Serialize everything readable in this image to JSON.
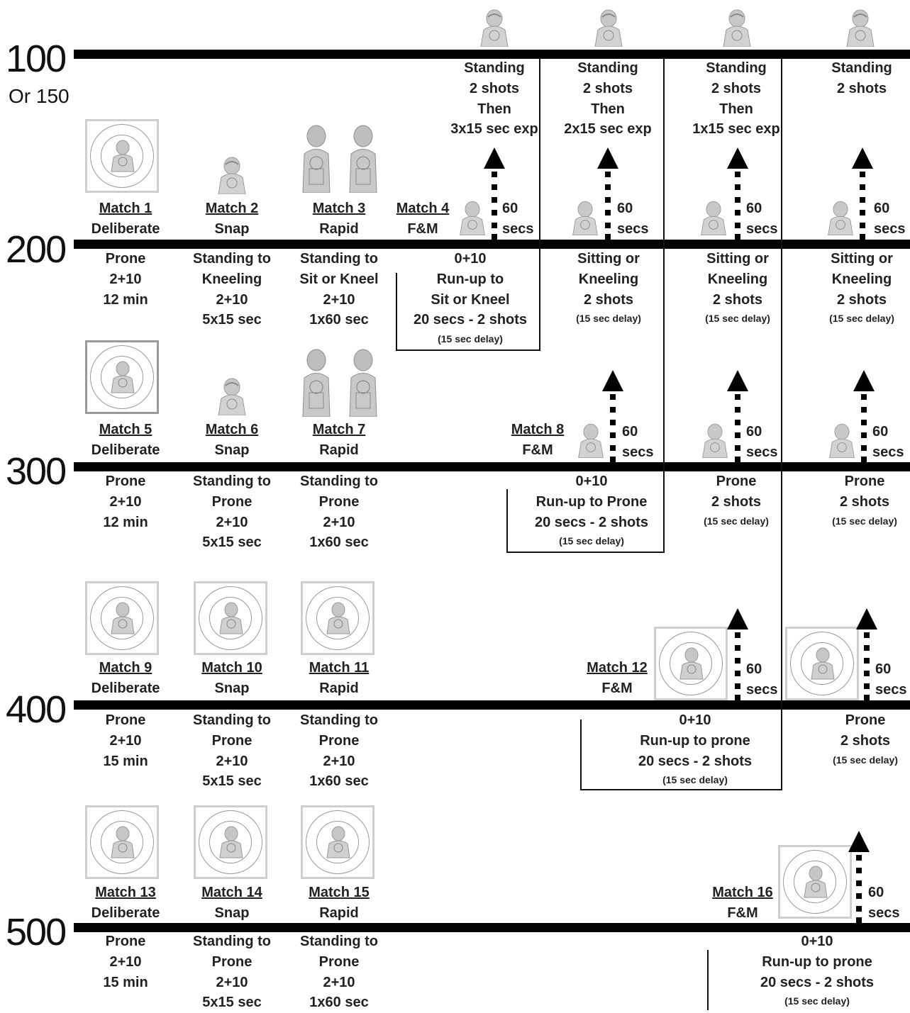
{
  "ranges": {
    "r100": {
      "label": "100",
      "sub": "Or 150"
    },
    "r200": {
      "label": "200"
    },
    "r300": {
      "label": "300"
    },
    "r400": {
      "label": "400"
    },
    "r500": {
      "label": "500"
    }
  },
  "matches": {
    "m1": {
      "name": "Match 1",
      "type": "Deliberate",
      "lines": [
        "Prone",
        "2+10",
        "12 min"
      ]
    },
    "m2": {
      "name": "Match 2",
      "type": "Snap",
      "lines": [
        "Standing to",
        "Kneeling",
        "2+10",
        "5x15 sec"
      ]
    },
    "m3": {
      "name": "Match 3",
      "type": "Rapid",
      "lines": [
        "Standing to",
        "Sit or Kneel",
        "2+10",
        "1x60 sec"
      ]
    },
    "m4": {
      "name": "Match 4",
      "type": "F&M",
      "lines": [
        "0+10",
        "Run-up to",
        "Sit or Kneel",
        "20 secs - 2 shots"
      ],
      "note": "(15 sec delay)"
    },
    "m5": {
      "name": "Match 5",
      "type": "Deliberate",
      "lines": [
        "Prone",
        "2+10",
        "12 min"
      ]
    },
    "m6": {
      "name": "Match 6",
      "type": "Snap",
      "lines": [
        "Standing to",
        "Prone",
        "2+10",
        "5x15 sec"
      ]
    },
    "m7": {
      "name": "Match 7",
      "type": "Rapid",
      "lines": [
        "Standing to",
        "Prone",
        "2+10",
        "1x60 sec"
      ]
    },
    "m8": {
      "name": "Match 8",
      "type": "F&M",
      "lines": [
        "0+10",
        "Run-up to Prone",
        "20 secs - 2 shots"
      ],
      "note": "(15 sec delay)"
    },
    "m9": {
      "name": "Match 9",
      "type": "Deliberate",
      "lines": [
        "Prone",
        "2+10",
        "15 min"
      ]
    },
    "m10": {
      "name": "Match 10",
      "type": "Snap",
      "lines": [
        "Standing to",
        "Prone",
        "2+10",
        "5x15 sec"
      ]
    },
    "m11": {
      "name": "Match 11",
      "type": "Rapid",
      "lines": [
        "Standing to",
        "Prone",
        "2+10",
        "1x60 sec"
      ]
    },
    "m12": {
      "name": "Match 12",
      "type": "F&M",
      "lines": [
        "0+10",
        "Run-up to prone",
        "20 secs - 2 shots"
      ],
      "note": "(15 sec delay)"
    },
    "m13": {
      "name": "Match 13",
      "type": "Deliberate",
      "lines": [
        "Prone",
        "2+10",
        "15 min"
      ]
    },
    "m14": {
      "name": "Match 14",
      "type": "Snap",
      "lines": [
        "Standing to",
        "Prone",
        "2+10",
        "5x15 sec"
      ]
    },
    "m15": {
      "name": "Match 15",
      "type": "Rapid",
      "lines": [
        "Standing to",
        "Prone",
        "2+10",
        "1x60 sec"
      ]
    },
    "m16": {
      "name": "Match 16",
      "type": "F&M",
      "lines": [
        "0+10",
        "Run-up to prone",
        "20 secs - 2 shots"
      ],
      "note": "(15 sec delay)"
    }
  },
  "standing": {
    "c1": [
      "Standing",
      "2 shots",
      "Then",
      "3x15 sec exp"
    ],
    "c2": [
      "Standing",
      "2 shots",
      "Then",
      "2x15 sec exp"
    ],
    "c3": [
      "Standing",
      "2 shots",
      "Then",
      "1x15 sec exp"
    ],
    "c4": [
      "Standing",
      "2 shots"
    ]
  },
  "stage200": {
    "c2": {
      "lines": [
        "Sitting or",
        "Kneeling",
        "2 shots"
      ],
      "note": "(15 sec delay)"
    },
    "c3": {
      "lines": [
        "Sitting or",
        "Kneeling",
        "2 shots"
      ],
      "note": "(15 sec delay)"
    },
    "c4": {
      "lines": [
        "Sitting or",
        "Kneeling",
        "2 shots"
      ],
      "note": "(15 sec delay)"
    }
  },
  "stage300": {
    "c3": {
      "lines": [
        "Prone",
        "2 shots"
      ],
      "note": "(15 sec delay)"
    },
    "c4": {
      "lines": [
        "Prone",
        "2 shots"
      ],
      "note": "(15 sec delay)"
    }
  },
  "stage400": {
    "c4": {
      "lines": [
        "Prone",
        "2 shots"
      ],
      "note": "(15 sec delay)"
    }
  },
  "move": {
    "n": "60",
    "unit": "secs"
  }
}
